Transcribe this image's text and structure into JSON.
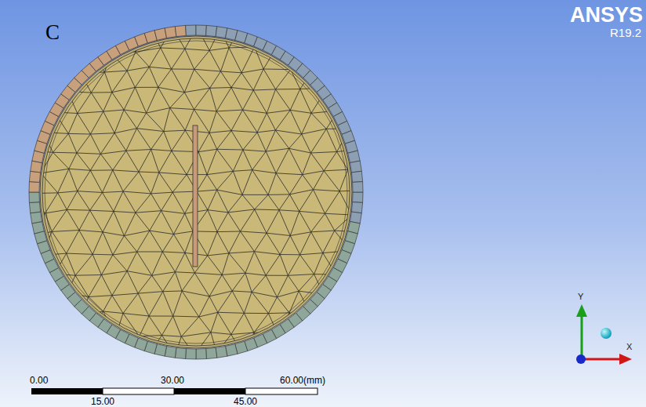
{
  "diagram": {
    "labels": [
      "C",
      "ANSYS",
      "R19.2",
      "0.00",
      "30.00",
      "60.00(mm)",
      "15.00",
      "45.00",
      "Y",
      "X"
    ]
  }
}
